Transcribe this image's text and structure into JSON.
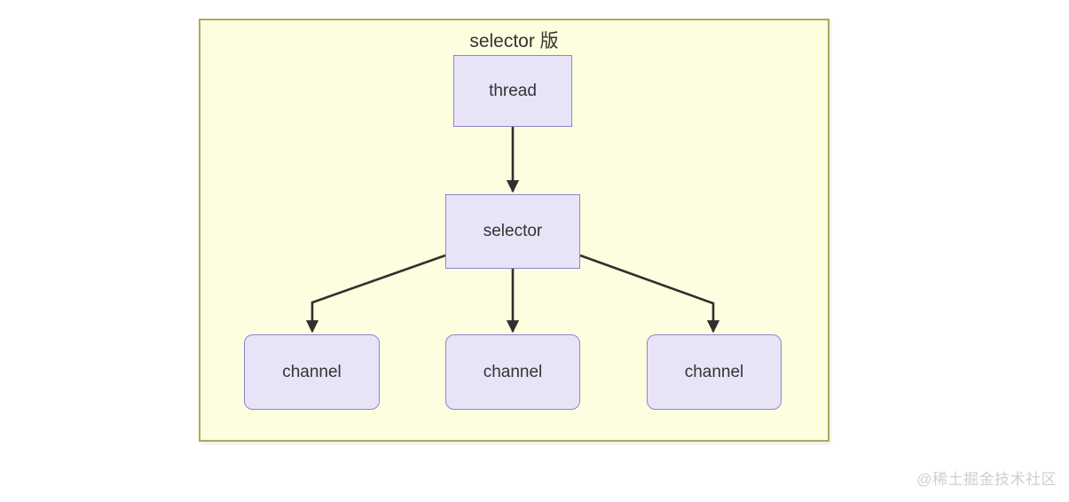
{
  "diagram": {
    "title": "selector 版",
    "nodes": [
      {
        "id": "thread",
        "label": "thread",
        "shape": "rect"
      },
      {
        "id": "selector",
        "label": "selector",
        "shape": "rect"
      },
      {
        "id": "channel-1",
        "label": "channel",
        "shape": "rounded"
      },
      {
        "id": "channel-2",
        "label": "channel",
        "shape": "rounded"
      },
      {
        "id": "channel-3",
        "label": "channel",
        "shape": "rounded"
      }
    ],
    "edges": [
      {
        "from": "thread",
        "to": "selector"
      },
      {
        "from": "selector",
        "to": "channel-1"
      },
      {
        "from": "selector",
        "to": "channel-2"
      },
      {
        "from": "selector",
        "to": "channel-3"
      }
    ],
    "colors": {
      "canvas_bg": "#fdfddf",
      "canvas_border": "#abab5e",
      "node_bg": "#e8e4f8",
      "node_border": "#9183c9",
      "edge_color": "#2f2f2f",
      "text_color": "#333333"
    }
  },
  "watermark": {
    "text": "@稀土掘金技术社区",
    "color": "#cfcfcf"
  }
}
